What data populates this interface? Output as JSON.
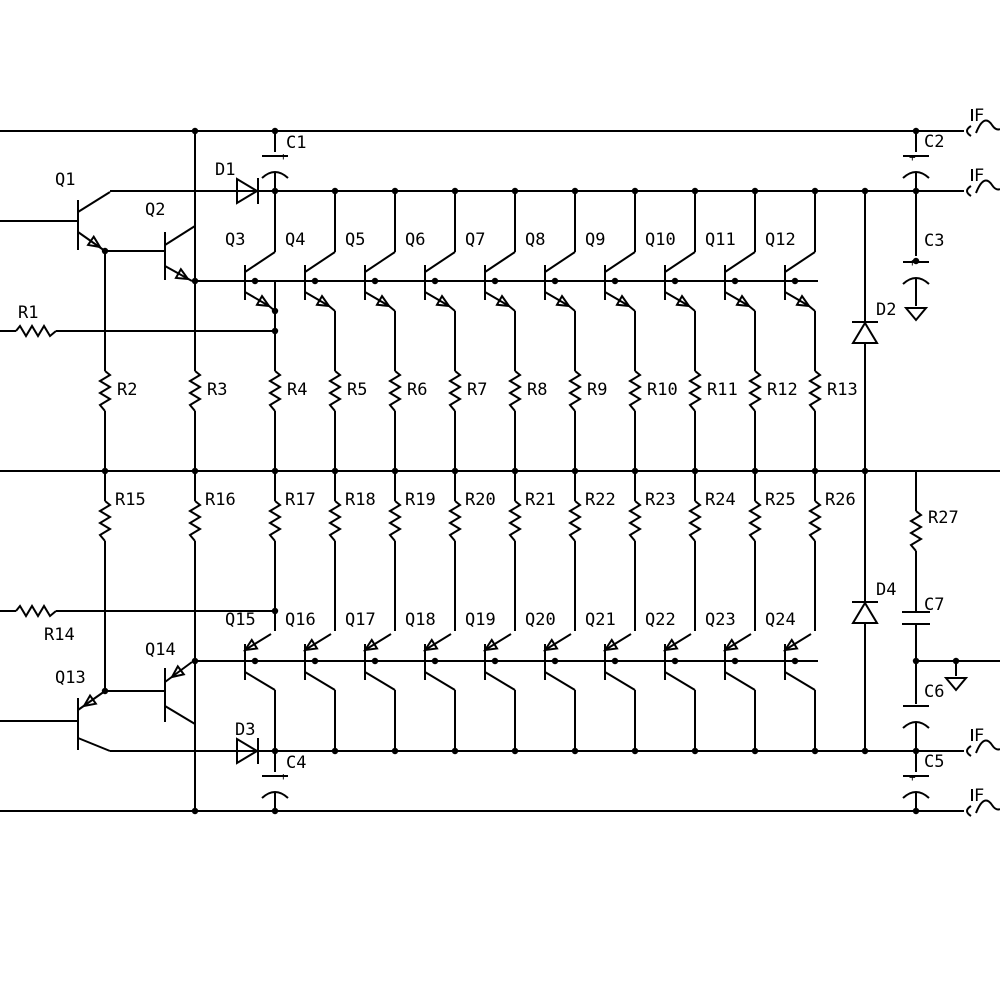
{
  "diagram": {
    "colors": {
      "ink": "#000000",
      "background": "#ffffff"
    },
    "npn_top_labels": [
      "Q3",
      "Q4",
      "Q5",
      "Q6",
      "Q7",
      "Q8",
      "Q9",
      "Q10",
      "Q11",
      "Q12"
    ],
    "pnp_bottom_labels": [
      "Q15",
      "Q16",
      "Q17",
      "Q18",
      "Q19",
      "Q20",
      "Q21",
      "Q22",
      "Q23",
      "Q24"
    ],
    "upper_resistor_labels": [
      "R2",
      "R3",
      "R4",
      "R5",
      "R6",
      "R7",
      "R8",
      "R9",
      "R10",
      "R11",
      "R12",
      "R13"
    ],
    "lower_resistor_labels": [
      "R15",
      "R16",
      "R17",
      "R18",
      "R19",
      "R20",
      "R21",
      "R22",
      "R23",
      "R24",
      "R25",
      "R26"
    ],
    "driver_labels": {
      "q1": "Q1",
      "q2": "Q2",
      "q13": "Q13",
      "q14": "Q14"
    },
    "input_resistors": {
      "r1": "R1",
      "r14": "R14"
    },
    "diodes": {
      "d1": "D1",
      "d2": "D2",
      "d3": "D3",
      "d4": "D4"
    },
    "capacitors": {
      "c1": "C1",
      "c2": "C2",
      "c3": "C3",
      "c4": "C4",
      "c5": "C5",
      "c6": "C6",
      "c7": "C7"
    },
    "zobel_resistor": "R27",
    "connector_label": "F",
    "plus_mark": "+"
  }
}
